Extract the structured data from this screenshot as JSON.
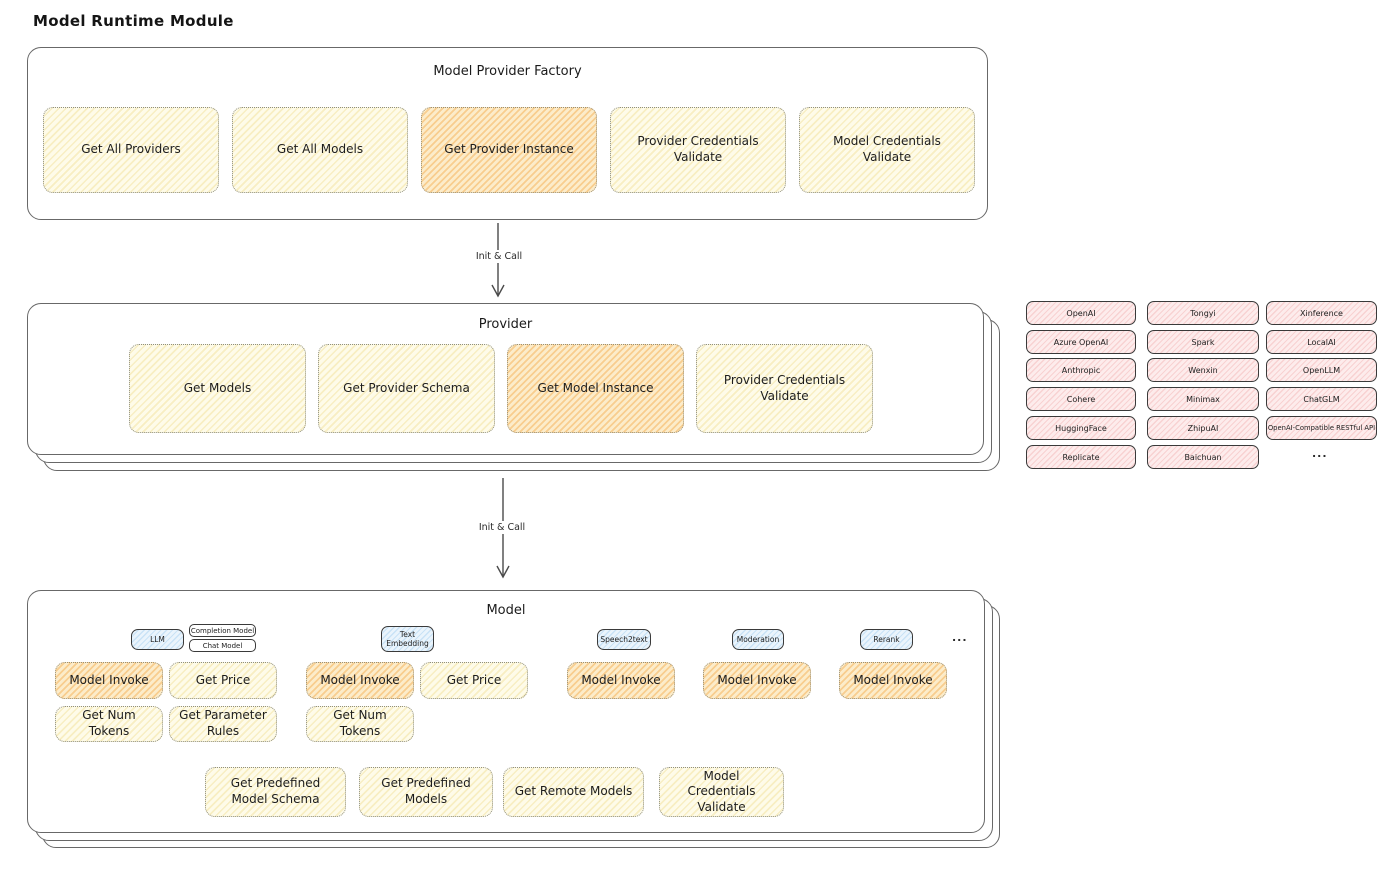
{
  "page_title": "Model Runtime Module",
  "palette": {
    "yellow_fill": "#fefbe9",
    "yellow_hatch": "#f0db8e",
    "orange_fill": "#fcecca",
    "orange_hatch": "#f4b55e",
    "pink_fill": "#fdecec",
    "pink_hatch": "#f3bcbc",
    "blue_fill": "#eaf4fc",
    "blue_hatch": "#a8d1f0",
    "text": "#1d1d1d",
    "frame_border": "#686868"
  },
  "factory": {
    "title": "Model Provider Factory",
    "buttons": [
      {
        "label": "Get All Providers",
        "highlighted": false
      },
      {
        "label": "Get All Models",
        "highlighted": false
      },
      {
        "label": "Get Provider Instance",
        "highlighted": true
      },
      {
        "label": "Provider Credentials Validate",
        "highlighted": false
      },
      {
        "label": "Model Credentials Validate",
        "highlighted": false
      }
    ]
  },
  "arrows": {
    "factory_to_provider": "Init & Call",
    "provider_to_model": "Init & Call"
  },
  "provider": {
    "title": "Provider",
    "buttons": [
      {
        "label": "Get Models",
        "highlighted": false
      },
      {
        "label": "Get Provider Schema",
        "highlighted": false
      },
      {
        "label": "Get Model Instance",
        "highlighted": true
      },
      {
        "label": "Provider Credentials Validate",
        "highlighted": false
      }
    ]
  },
  "providers_list": {
    "col1": [
      "OpenAI",
      "Azure OpenAI",
      "Anthropic",
      "Cohere",
      "HuggingFace",
      "Replicate"
    ],
    "col2": [
      "Tongyi",
      "Spark",
      "Wenxin",
      "Minimax",
      "ZhipuAI",
      "Baichuan"
    ],
    "col3": [
      "Xinference",
      "LocalAI",
      "OpenLLM",
      "ChatGLM",
      "OpenAI-Compatible RESTful API"
    ],
    "more": "..."
  },
  "model": {
    "title": "Model",
    "tabs": [
      "LLM",
      "Text Embedding",
      "Speech2text",
      "Moderation",
      "Rerank"
    ],
    "llm_subtabs": [
      "Completion Model",
      "Chat Model"
    ],
    "more": "...",
    "llm_buttons": [
      "Model Invoke",
      "Get Price",
      "Get Num Tokens",
      "Get Parameter Rules"
    ],
    "text_embedding_buttons": [
      "Model Invoke",
      "Get Price",
      "Get Num Tokens"
    ],
    "speech2text_buttons": [
      "Model Invoke"
    ],
    "moderation_buttons": [
      "Model Invoke"
    ],
    "rerank_buttons": [
      "Model Invoke"
    ],
    "common_buttons": [
      "Get Predefined Model Schema",
      "Get Predefined Models",
      "Get Remote Models",
      "Model Credentials Validate"
    ]
  }
}
